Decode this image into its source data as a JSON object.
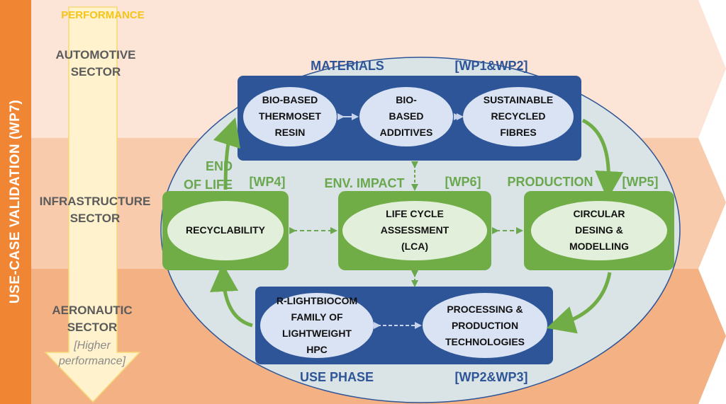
{
  "side_label": "USE-CASE VALIDATION (WP7)",
  "performance_label": "PERFORMANCE",
  "sectors": {
    "automotive": "AUTOMOTIVE\nSECTOR",
    "infrastructure": "INFRASTRUCTURE\nSECTOR",
    "aeronautic": "AERONAUTIC\nSECTOR",
    "aeronautic_note": "[Higher\nperformance]"
  },
  "materials": {
    "title": "MATERIALS",
    "wp": "[WP1&WP2]",
    "items": [
      "BIO-BASED\nTHERMOSET\nRESIN",
      "BIO-\nBASED\nADDITIVES",
      "SUSTAINABLE\nRECYCLED\nFIBRES"
    ]
  },
  "end_of_life": {
    "title": "END\nOF LIFE",
    "wp": "[WP4]",
    "item": "RECYCLABILITY"
  },
  "env_impact": {
    "title": "ENV. IMPACT",
    "wp": "[WP6]",
    "item": "LIFE CYCLE\nASSESSMENT\n(LCA)"
  },
  "production": {
    "title": "PRODUCTION",
    "wp": "[WP5]",
    "item": "CIRCULAR\nDESING &\nMODELLING"
  },
  "use_phase": {
    "title": "USE PHASE",
    "wp": "[WP2&WP3]",
    "items": [
      "R-LIGHTBIOCOM\nFAMILY OF\nLIGHTWEIGHT\nHPC",
      "PROCESSING &\nPRODUCTION\nTECHNOLOGIES"
    ]
  },
  "colors": {
    "orange": "#f08533",
    "band_light": "#fce4d6",
    "band_mid": "#f8cbad",
    "band_dark": "#f4b183",
    "blue": "#2e5597",
    "green": "#70ad47",
    "oval": "#dae3e5",
    "yellow": "#fff2cc"
  }
}
